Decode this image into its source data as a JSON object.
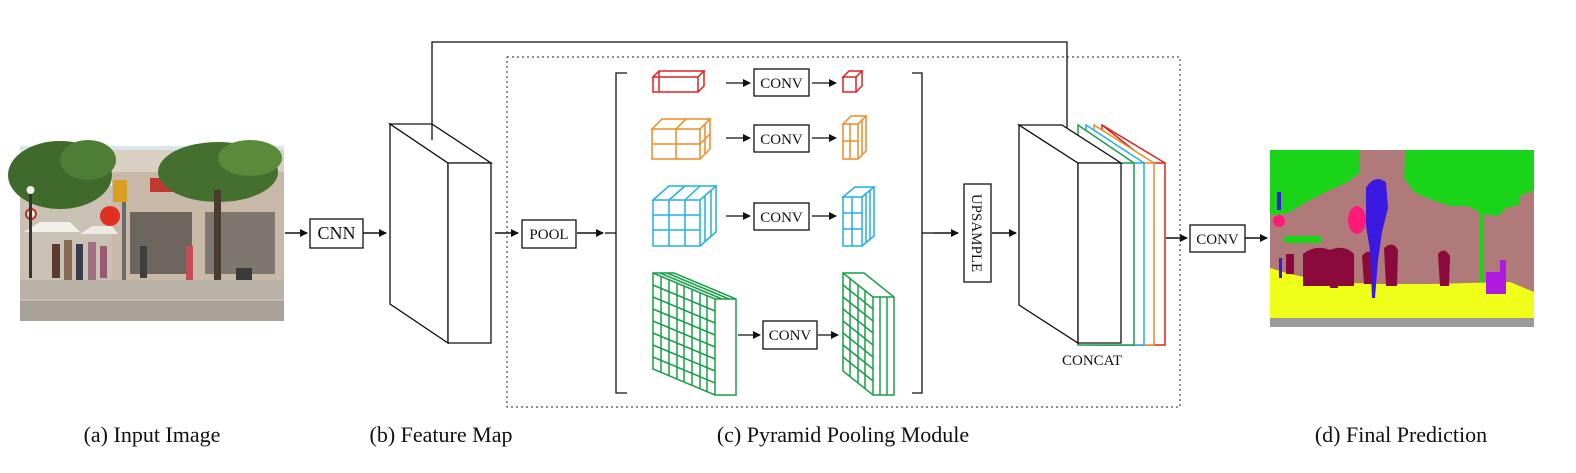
{
  "captions": {
    "input": "(a) Input Image",
    "feature": "(b) Feature Map",
    "ppm": "(c) Pyramid Pooling Module",
    "final": "(d) Final Prediction"
  },
  "ops": {
    "cnn": "CNN",
    "pool": "POOL",
    "conv_red": "CONV",
    "conv_orange": "CONV",
    "conv_cyan": "CONV",
    "conv_green": "CONV",
    "upsample": "UPSAMPLE",
    "concat": "CONCAT",
    "conv_final": "CONV"
  },
  "colors": {
    "red": "#e02020",
    "orange": "#f08a24",
    "cyan": "#22b0e0",
    "green": "#1a9e4a",
    "seg_sky_green": "#19d419",
    "seg_building": "#b07a7a",
    "seg_road": "#efff1a",
    "seg_person": "#8b0a3c",
    "seg_blue": "#3a1ae0",
    "seg_magenta": "#ff1a7a",
    "seg_purple": "#b01ae0"
  }
}
